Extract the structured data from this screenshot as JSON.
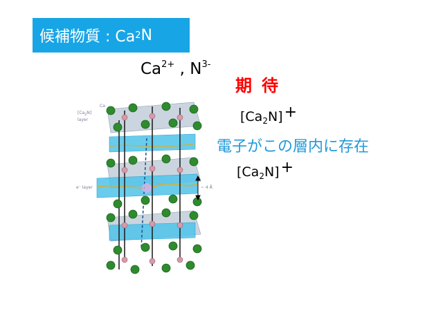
{
  "title": {
    "main": "候補物質 : Ca",
    "sub": "2",
    "tail": "N"
  },
  "ions": {
    "a": "Ca",
    "a_charge": "2+",
    "sep": " , ",
    "b": "N",
    "b_charge": "3-"
  },
  "expectation": "期待",
  "formula": {
    "open": "[Ca",
    "sub": "2",
    "close": "N]",
    "charge": "+"
  },
  "electron_text": "電子がこの層内に存在",
  "figure_labels": {
    "ca": "Ca",
    "layer1": "[Ca",
    "layer1_sub": "2",
    "layer1_tail": "N]",
    "layer2": "layer",
    "e_layer": "e⁻ layer",
    "dist": "~ 4 Å"
  },
  "colors": {
    "title_bg": "#18a5e6",
    "expect": "#ff0000",
    "electron": "#1f9ad8"
  }
}
